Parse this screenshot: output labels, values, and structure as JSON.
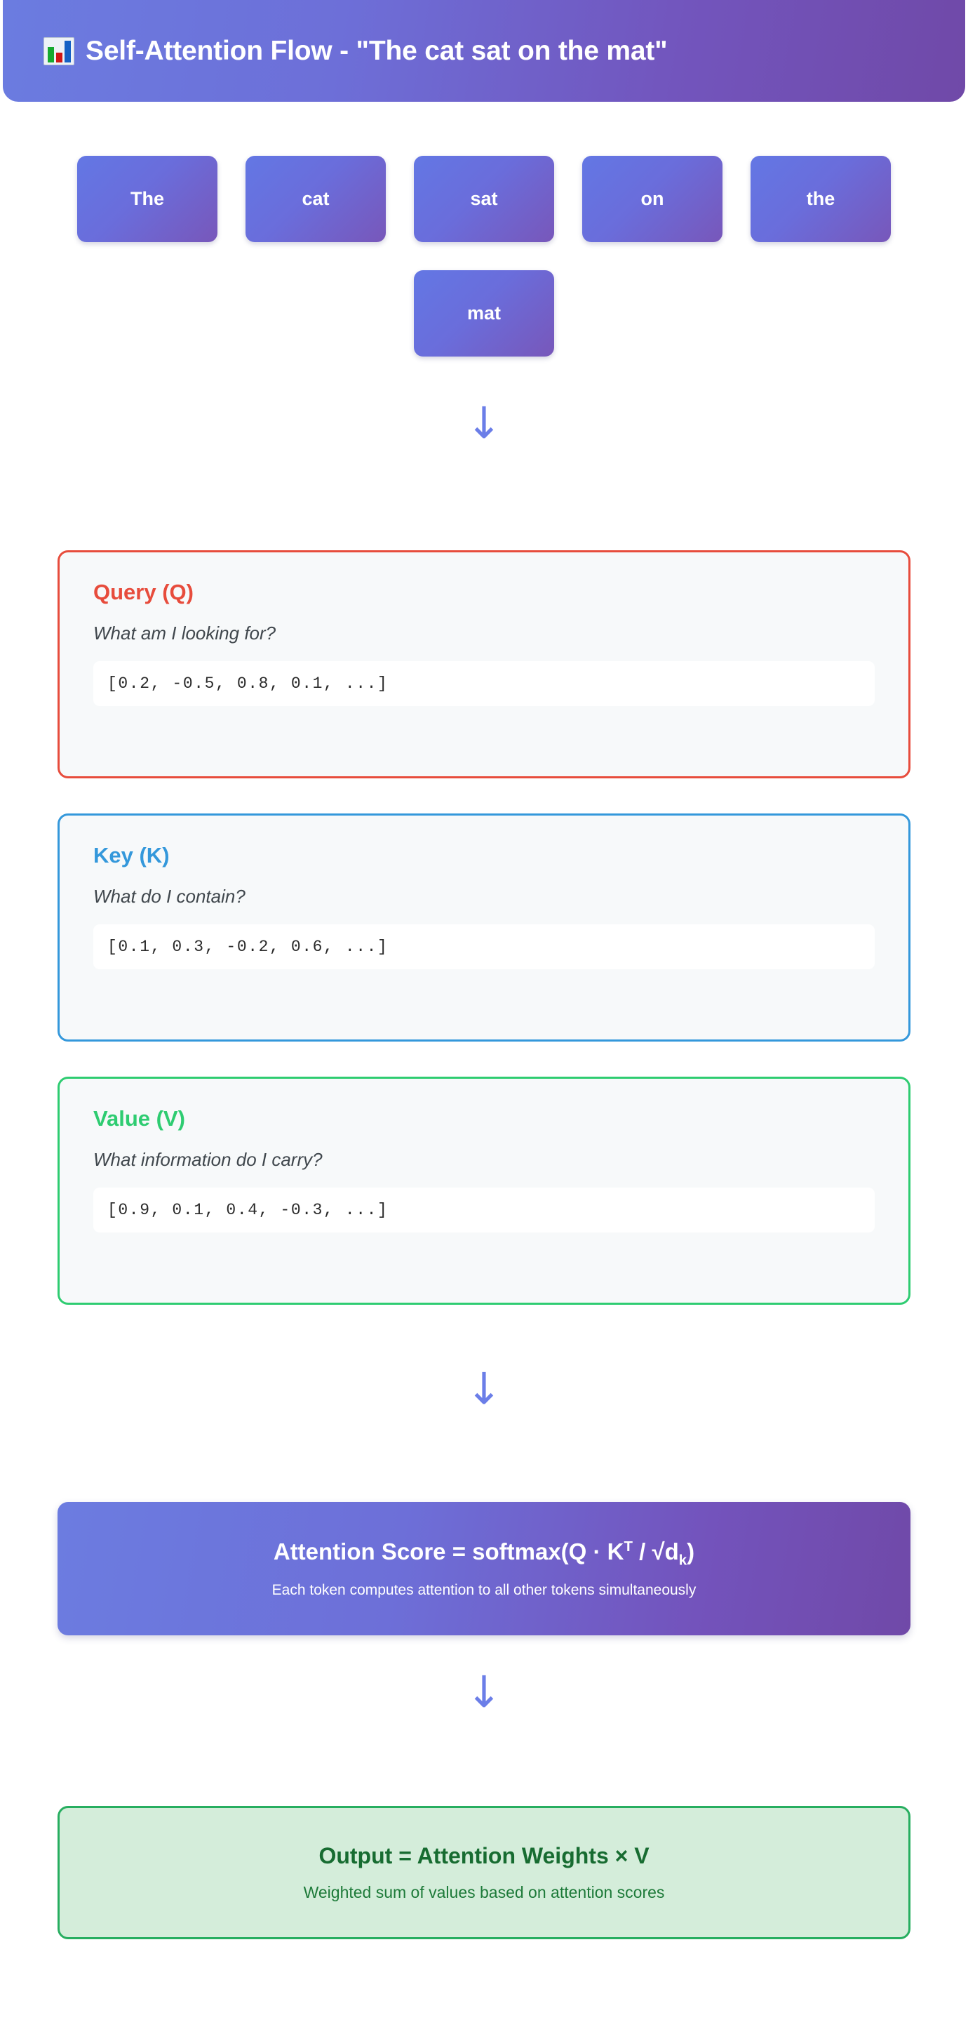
{
  "header": {
    "icon": "bar-chart-icon",
    "title": "Self-Attention Flow - \"The cat sat on the mat\"",
    "gradient_from": "#6b7ce0",
    "gradient_to": "#7049a8"
  },
  "tokens": {
    "items": [
      {
        "label": "The"
      },
      {
        "label": "cat"
      },
      {
        "label": "sat"
      },
      {
        "label": "on"
      },
      {
        "label": "the"
      },
      {
        "label": "mat"
      }
    ],
    "chip_gradient_from": "#6377e4",
    "chip_gradient_to": "#7857ba"
  },
  "arrows": {
    "glyph": "↓",
    "color": "#6b7ee8",
    "count": 3
  },
  "qkv": [
    {
      "title": "Query (Q)",
      "subtitle": "What am I looking for?",
      "vector": "[0.2, -0.5, 0.8, 0.1, ...]",
      "accent": "#e74c3c"
    },
    {
      "title": "Key (K)",
      "subtitle": "What do I contain?",
      "vector": "[0.1, 0.3, -0.2, 0.6, ...]",
      "accent": "#3498db"
    },
    {
      "title": "Value (V)",
      "subtitle": "What information do I carry?",
      "vector": "[0.9, 0.1, 0.4, -0.3, ...]",
      "accent": "#2ecc71"
    }
  ],
  "formula": {
    "prefix": "Attention Score = softmax(Q · K",
    "sup": "T",
    "mid": " / √d",
    "sub": "k",
    "suffix": ")",
    "caption": "Each token computes attention to all other tokens simultaneously",
    "gradient_from": "#6c7ce0",
    "gradient_to": "#7049a8"
  },
  "output": {
    "title": "Output = Attention Weights × V",
    "caption": "Weighted sum of values based on attention scores",
    "background": "#d4edda",
    "border": "#27ae60",
    "text_color": "#176c31"
  }
}
